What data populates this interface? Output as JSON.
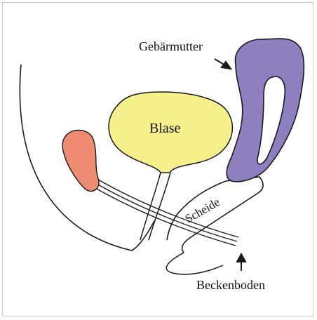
{
  "labels": {
    "uterus": "Gebärmutter",
    "bladder": "Blase",
    "vagina": "Scheide",
    "pelvic_floor": "Beckenboden"
  },
  "colors": {
    "uterus": "#8f7fc1",
    "bladder": "#f7f08c",
    "rectum": "#ef8d73",
    "outline": "#1a1a1a",
    "frame": "#c9c9c9"
  }
}
